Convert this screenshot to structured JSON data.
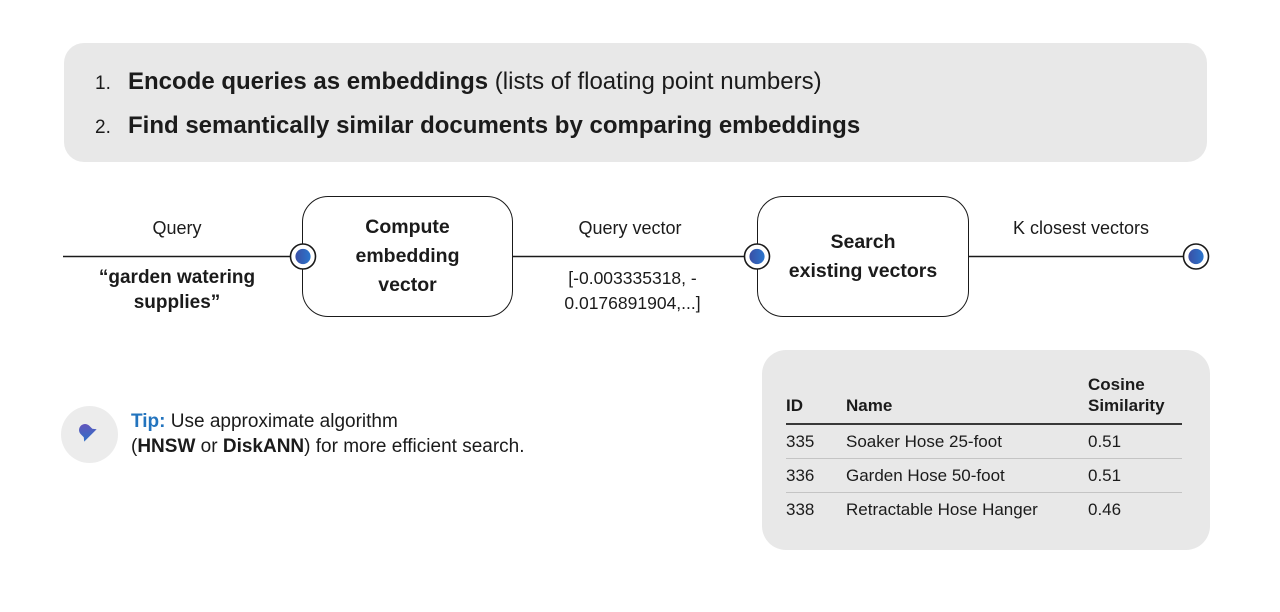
{
  "instructions": {
    "items": [
      {
        "number": "1.",
        "bold_text": "Encode queries as embeddings ",
        "regular_text": "(lists of floating point numbers)"
      },
      {
        "number": "2.",
        "bold_text": "Find semantically similar documents by comparing embeddings",
        "regular_text": ""
      }
    ]
  },
  "flow": {
    "stage1_label": "Query",
    "stage1_value": "“garden watering\nsupplies”",
    "box1_label": "Compute\nembedding\nvector",
    "stage2_label": "Query vector",
    "stage2_value": "[-0.003335318, -\n0.0176891904,...]",
    "box2_label": "Search\nexisting vectors",
    "stage3_label": "K closest vectors"
  },
  "tip": {
    "label": "Tip:",
    "line1_text": " Use approximate algorithm",
    "paren_open": "(",
    "algo1": "HNSW",
    "conjunction": " or ",
    "algo2": "DiskANN",
    "line2_end": ") for more efficient search."
  },
  "results_table": {
    "columns": [
      "ID",
      "Name",
      "Cosine Similarity"
    ],
    "rows": [
      {
        "id": "335",
        "name": "Soaker Hose 25-foot",
        "cosine_similarity": "0.51"
      },
      {
        "id": "336",
        "name": "Garden Hose 50-foot",
        "cosine_similarity": "0.51"
      },
      {
        "id": "338",
        "name": "Retractable Hose Hanger",
        "cosine_similarity": "0.46"
      }
    ]
  },
  "colors": {
    "panel_bg": "#e8e8e8",
    "tip_blue": "#2374be",
    "connector_blue_left": "#3a4fa5",
    "connector_blue_right": "#2b76cd",
    "pin_blue": "#2f6fc6",
    "pin_purple": "#6e4fba"
  }
}
